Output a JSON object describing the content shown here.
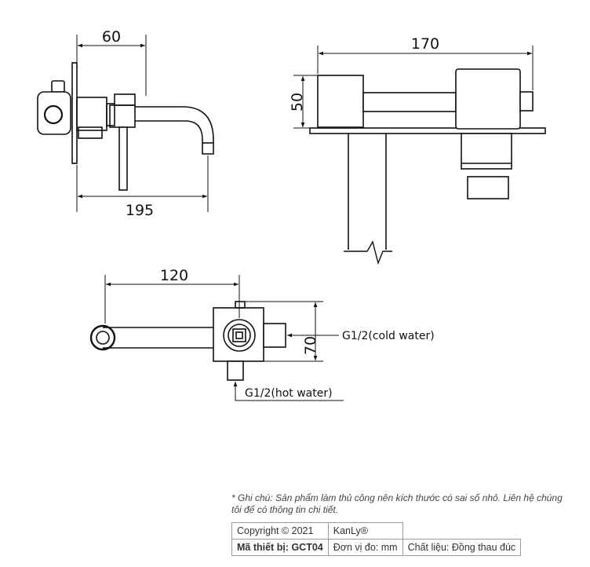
{
  "dimensions": {
    "side_depth": "60",
    "side_length": "195",
    "front_width": "170",
    "front_height": "50",
    "top_length": "120",
    "top_height": "70"
  },
  "labels": {
    "cold_inlet": "G1/2(cold water)",
    "hot_inlet": "G1/2(hot water)"
  },
  "note": "* Ghi chú: Sản phẩm làm thủ công nên kích thước có sai số nhỏ. Liên hệ chúng tôi để có thông tin chi tiết.",
  "info_table": {
    "copyright": "Copyright © 2021",
    "brand": "KanLy®",
    "code": "Mã thiết bị: GCT04",
    "unit": "Đơn vị đo: mm",
    "material": "Chất liệu: Đồng thau đúc"
  }
}
